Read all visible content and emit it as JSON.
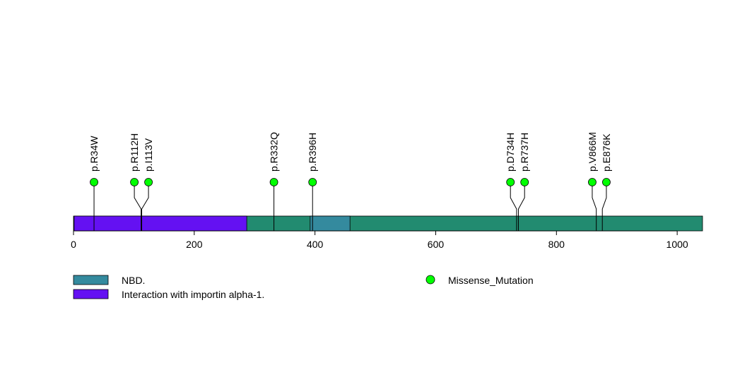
{
  "chart_data": {
    "type": "lollipop",
    "protein_length": 1042,
    "xlim": [
      0,
      1042
    ],
    "x_ticks": [
      0,
      200,
      400,
      600,
      800,
      1000
    ],
    "x_tick_labels": [
      "0",
      "200",
      "400",
      "600",
      "800",
      "1000"
    ],
    "backbone_color": "#228B70",
    "domains": [
      {
        "name": "Interaction with importin alpha-1.",
        "start": 1,
        "end": 287,
        "color": "#6411F2"
      },
      {
        "name": "NBD.",
        "start": 392,
        "end": 458,
        "color": "#348A9E"
      }
    ],
    "mutations": [
      {
        "label": "p.R34W",
        "position": 34
      },
      {
        "label": "p.R112H",
        "position": 112
      },
      {
        "label": "p.I113V",
        "position": 113
      },
      {
        "label": "p.R332Q",
        "position": 332
      },
      {
        "label": "p.R396H",
        "position": 396
      },
      {
        "label": "p.D734H",
        "position": 734
      },
      {
        "label": "p.R737H",
        "position": 737
      },
      {
        "label": "p.V866M",
        "position": 866
      },
      {
        "label": "p.E876K",
        "position": 876
      }
    ],
    "mutation_type": "Missense_Mutation",
    "mutation_color": "#00FF00"
  },
  "legend": {
    "domains": [
      {
        "label": "NBD.",
        "color": "#348A9E"
      },
      {
        "label": "Interaction with importin alpha-1.",
        "color": "#6411F2"
      }
    ],
    "mutation_label": "Missense_Mutation",
    "mutation_color": "#00FF00"
  }
}
